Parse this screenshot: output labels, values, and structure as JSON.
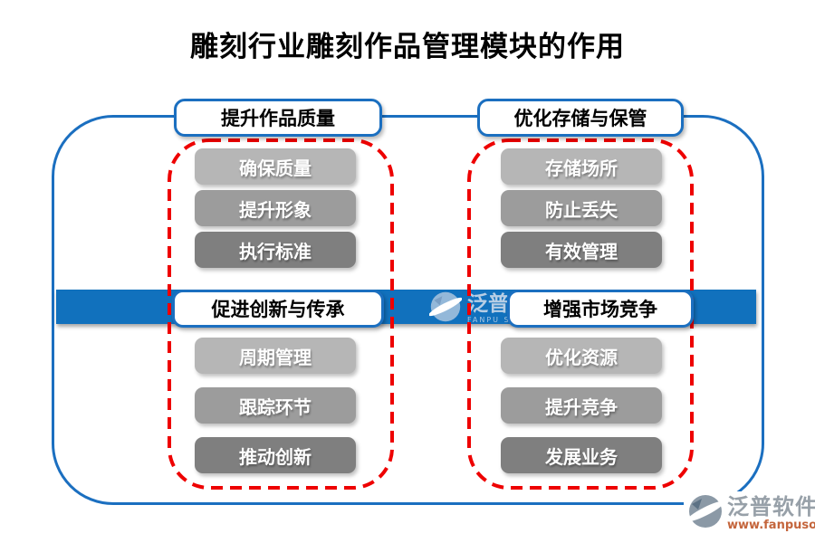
{
  "title": "雕刻行业雕刻作品管理模块的作用",
  "sections": [
    {
      "header": "提升作品质量",
      "items": [
        "确保质量",
        "提升形象",
        "执行标准"
      ]
    },
    {
      "header": "优化存储与保管",
      "items": [
        "存储场所",
        "防止丢失",
        "有效管理"
      ]
    },
    {
      "header": "促进创新与传承",
      "items": [
        "周期管理",
        "跟踪环节",
        "推动创新"
      ]
    },
    {
      "header": "增强市场竞争",
      "items": [
        "优化资源",
        "提升竞争",
        "发展业务"
      ]
    }
  ],
  "watermark": {
    "brand": "泛普软件",
    "subtext": "FANPU SOFTWARE"
  },
  "footer": {
    "brand": "泛普软件",
    "url": "www.fanpusoft.com"
  },
  "icons": {
    "watermark": "fanpu-swoosh-icon",
    "footer": "fanpu-swoosh-icon"
  },
  "colors": {
    "bar-blue": "#1171bd",
    "border-blue": "#1b6fc0",
    "dash-red": "#ee0000",
    "btn-gray-1": "#b6b6b6",
    "btn-gray-2": "#9c9c9c",
    "btn-gray-3": "#7f7f7f",
    "url-orange": "#c4653c"
  }
}
